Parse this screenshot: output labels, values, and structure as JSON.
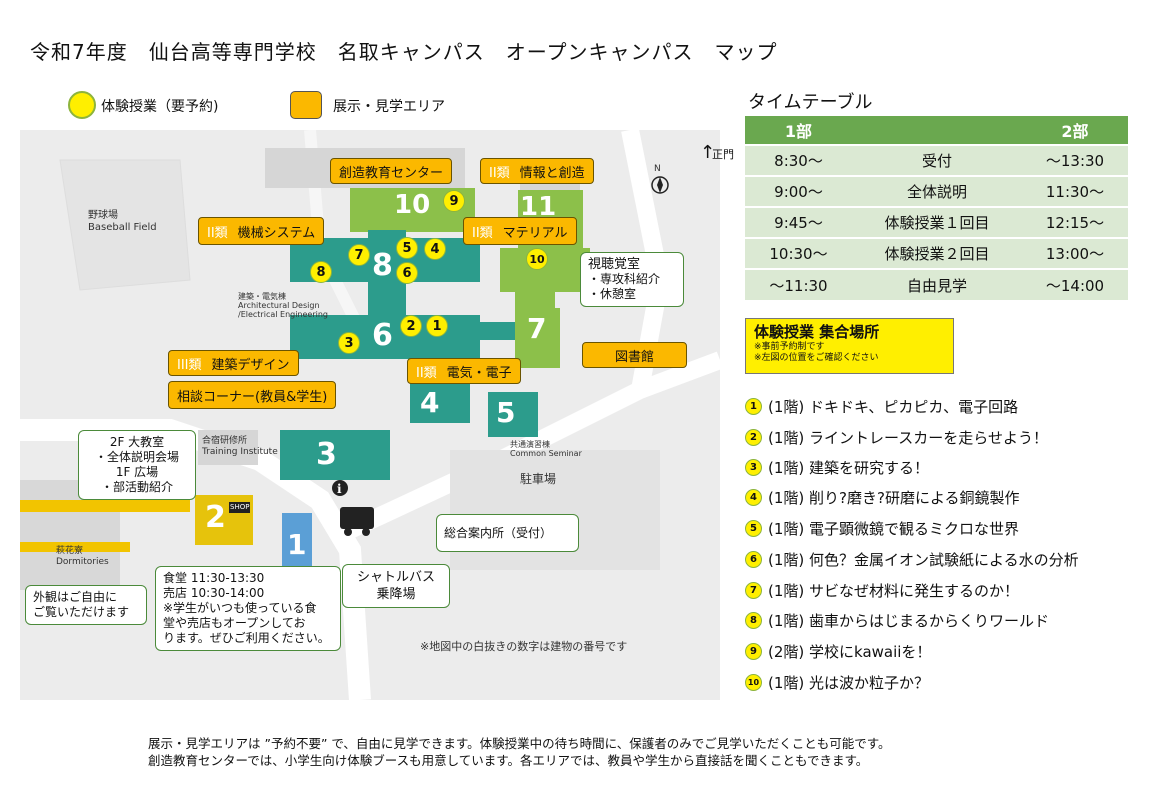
{
  "title": "令和7年度　仙台高等専門学校　名取キャンパス　オープンキャンパス　マップ",
  "legend": {
    "lesson": "体験授業（要予約)",
    "exhibit": "展示・見学エリア"
  },
  "map": {
    "labels": {
      "center": "創造教育センター",
      "info_cls": "II類",
      "info": "情報と創造",
      "mech_cls": "II類",
      "mech": "機械システム",
      "mat_cls": "II類",
      "mat": "マテリアル",
      "arch_cls": "III類",
      "arch": "建築デザイン",
      "consult": "相談コーナー(教員&学生)",
      "elec_cls": "II類",
      "elec": "電気・電子",
      "av_title": "視聴覚室",
      "av_1": "・専攻科紹介",
      "av_2": "・休憩室",
      "library": "図書館",
      "hall_1": "2F 大教室",
      "hall_2": "・全体説明会場",
      "hall_3": "1F 広場",
      "hall_4": "・部活動紹介",
      "info_desk": "総合案内所（受付）",
      "shuttle_1": "シャトルバス",
      "shuttle_2": "乗降場",
      "canteen_1": "食堂 11:30-13:30",
      "canteen_2": "売店 10:30-14:00",
      "canteen_3": "※学生がいつも使っている食",
      "canteen_4": "堂や売店もオープンしてお",
      "canteen_5": "ります。ぜひご利用ください。",
      "dorm_1": "外観はご自由に",
      "dorm_2": "ご覧いただけます",
      "baseball": "野球場",
      "baseball_en": "Baseball Field",
      "training": "合宿研修所",
      "training_en": "Training Institute",
      "dorm_name": "萩花寮",
      "dorm_en": "Dormitories",
      "seminar": "共通演習棟",
      "seminar_en": "Common Seminar",
      "parking": "駐車場",
      "arch_bldg_1": "建築・電気棟",
      "arch_bldg_2": "Architectural Design",
      "arch_bldg_3": "/Electrical Engineering",
      "gate": "正門",
      "north": "N",
      "note": "※地図中の白抜きの数字は建物の番号です",
      "shop": "SHOP"
    },
    "buildings": [
      "10",
      "11",
      "8",
      "6",
      "7",
      "4",
      "5",
      "3",
      "2",
      "1"
    ],
    "marks": [
      "1",
      "2",
      "3",
      "4",
      "5",
      "6",
      "7",
      "8",
      "9",
      "10"
    ]
  },
  "timetable": {
    "title": "タイムテーブル",
    "head": [
      "1部",
      "",
      "2部"
    ],
    "rows": [
      [
        "8:30〜",
        "受付",
        "〜13:30"
      ],
      [
        "9:00〜",
        "全体説明",
        "11:30〜"
      ],
      [
        "9:45〜",
        "体験授業１回目",
        "12:15〜"
      ],
      [
        "10:30〜",
        "体験授業２回目",
        "13:00〜"
      ],
      [
        "〜11:30",
        "自由見学",
        "〜14:00"
      ]
    ]
  },
  "gather": {
    "title": "体験授業 集合場所",
    "note1": "※事前予約制です",
    "note2": "※左図の位置をご確認ください"
  },
  "lessons": [
    {
      "n": "1",
      "text": "(1階) ドキドキ、ピカピカ、電子回路"
    },
    {
      "n": "2",
      "text": "(1階) ライントレースカーを走らせよう！"
    },
    {
      "n": "3",
      "text": "(1階) 建築を研究する！"
    },
    {
      "n": "4",
      "text": "(1階) 削り?磨き?研磨による銅鏡製作"
    },
    {
      "n": "5",
      "text": "(1階) 電子顕微鏡で観るミクロな世界"
    },
    {
      "n": "6",
      "text": "(1階) 何色？金属イオン試験紙による水の分析"
    },
    {
      "n": "7",
      "text": "(1階) サビなぜ材料に発生するのか！"
    },
    {
      "n": "8",
      "text": "(1階) 歯車からはじまるからくりワールド"
    },
    {
      "n": "9",
      "text": "(2階) 学校にkawaiiを！"
    },
    {
      "n": "10",
      "text": "(1階) 光は波か粒子か？"
    }
  ],
  "footer": {
    "line1": "展示・見学エリアは ”予約不要” で、自由に見学できます。体験授業中の待ち時間に、保護者のみでご見学いただくことも可能です。",
    "line2": "創造教育センターでは、小学生向け体験ブースも用意しています。各エリアでは、教員や学生から直接話を聞くこともできます。"
  },
  "colors": {
    "teal": "#2c9c8c",
    "green": "#8cc04a",
    "orange": "#fbb800",
    "yellow": "#ffef00",
    "blue": "#5b9fd6"
  }
}
